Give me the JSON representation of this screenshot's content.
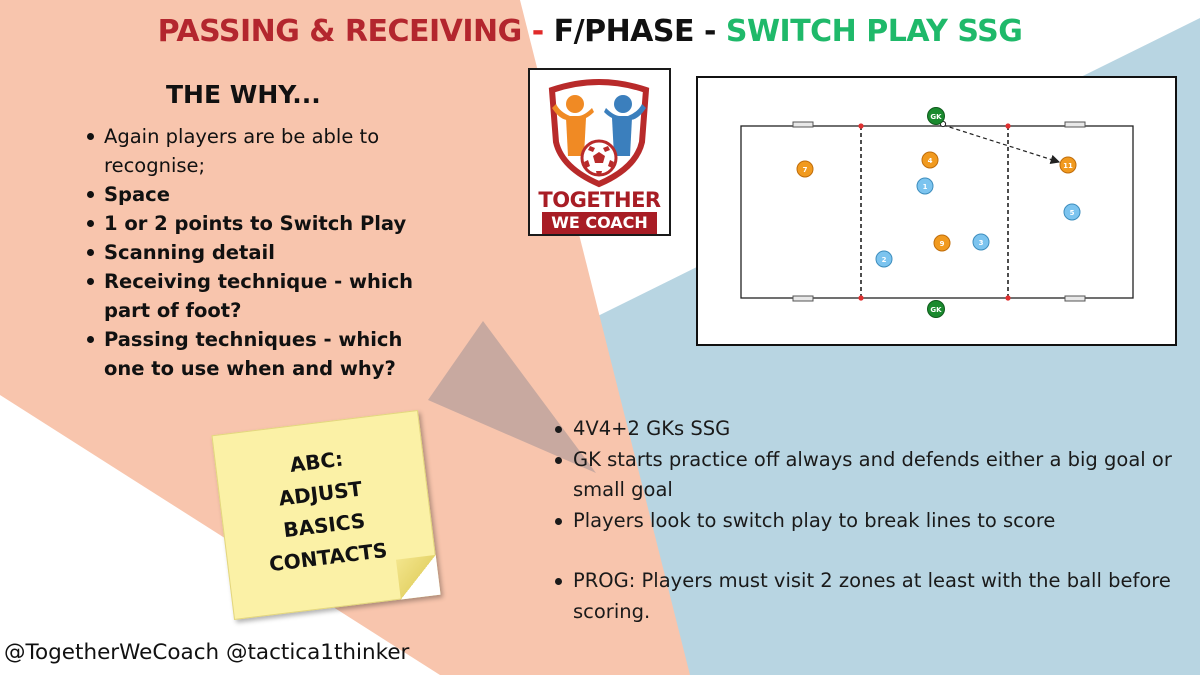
{
  "title": {
    "part1": "PASSING & RECEIVING",
    "sep1": " - ",
    "part2": "F/PHASE",
    "sep2": " - ",
    "part3": "SWITCH PLAY SSG"
  },
  "why": {
    "heading": "THE WHY...",
    "items": [
      "Again players are be able to recognise;",
      "Space",
      "1 or 2 points to Switch Play",
      "Scanning detail",
      "Receiving technique - which part of foot?",
      "Passing techniques - which one to use when and why?"
    ]
  },
  "logo": {
    "line1": "TOGETHER",
    "line2": "WE COACH"
  },
  "pitch": {
    "goalkeepers": [
      "GK",
      "GK"
    ],
    "orange_players": [
      "7",
      "4",
      "9",
      "11"
    ],
    "blue_players": [
      "1",
      "2",
      "3",
      "5"
    ]
  },
  "how": {
    "items": [
      "4V4+2 GKs SSG",
      "GK starts practice off always and defends either a big goal or small goal",
      "Players look to switch play to break lines to score",
      "PROG: Players must visit 2 zones at least with the ball before scoring."
    ]
  },
  "sticky": {
    "lines": [
      "ABC:",
      "ADJUST",
      "BASICS",
      "CONTACTS"
    ]
  },
  "footer": {
    "handles": "@TogetherWeCoach @tactica1thinker"
  },
  "colors": {
    "salmon": "#f8c5ad",
    "lightblue": "#b8d5e2",
    "brand_red": "#a81d25",
    "green": "#1fb96a",
    "orange_player": "#f19a1f",
    "blue_player": "#7cc4ef",
    "gk_green": "#1a8a2e"
  }
}
